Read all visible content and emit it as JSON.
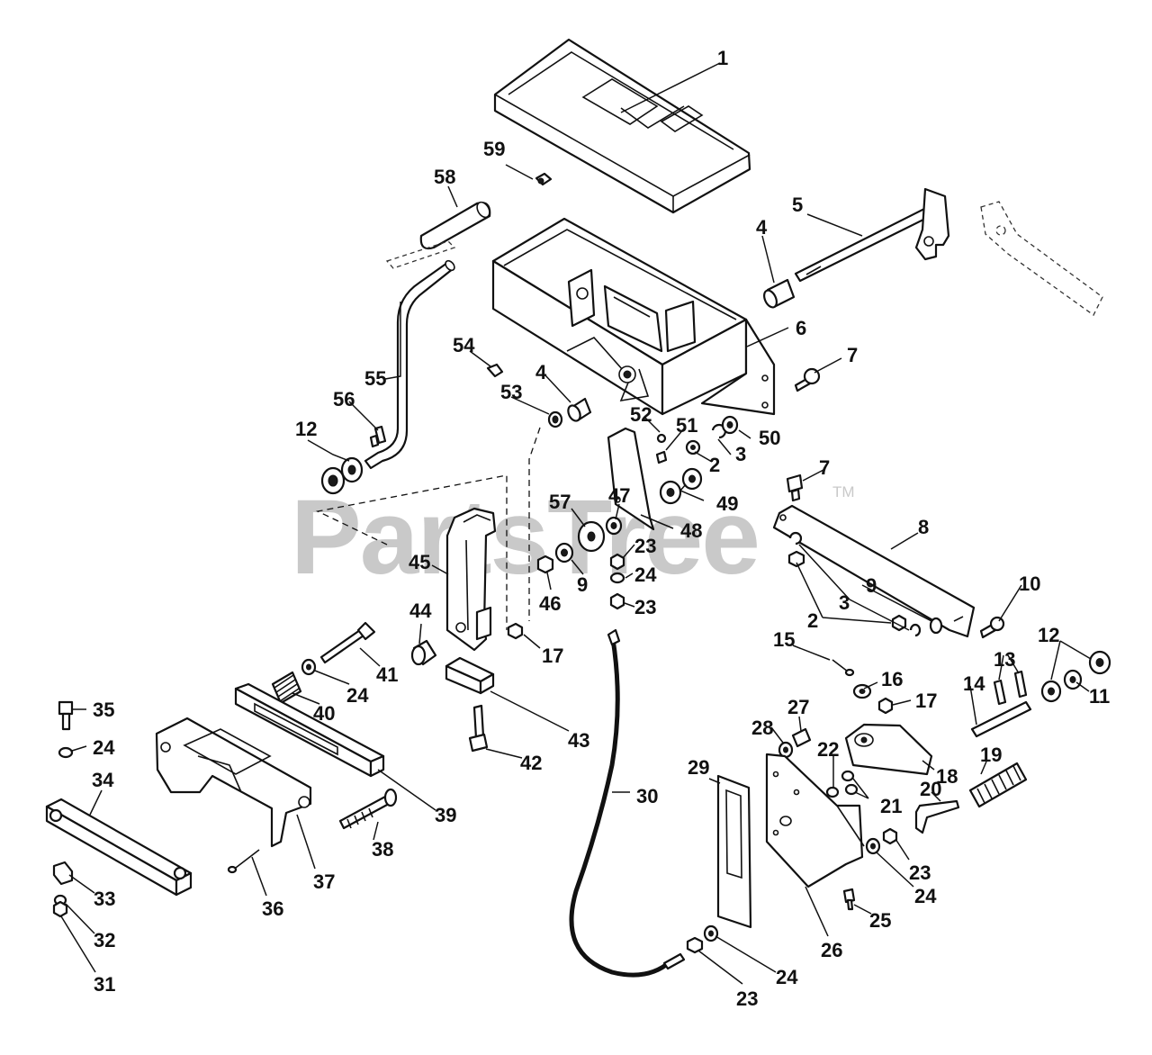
{
  "watermark": {
    "text": "PartsTree",
    "trademark": "TM"
  },
  "callouts": [
    "1",
    "2",
    "3",
    "4",
    "5",
    "6",
    "7",
    "8",
    "9",
    "10",
    "11",
    "12",
    "13",
    "14",
    "15",
    "16",
    "17",
    "18",
    "19",
    "20",
    "21",
    "22",
    "23",
    "24",
    "25",
    "26",
    "27",
    "28",
    "29",
    "30",
    "31",
    "32",
    "33",
    "34",
    "35",
    "36",
    "37",
    "38",
    "39",
    "40",
    "41",
    "42",
    "43",
    "44",
    "45",
    "46",
    "47",
    "48",
    "49",
    "50",
    "51",
    "52",
    "53",
    "54",
    "55",
    "56",
    "57",
    "58",
    "59"
  ]
}
